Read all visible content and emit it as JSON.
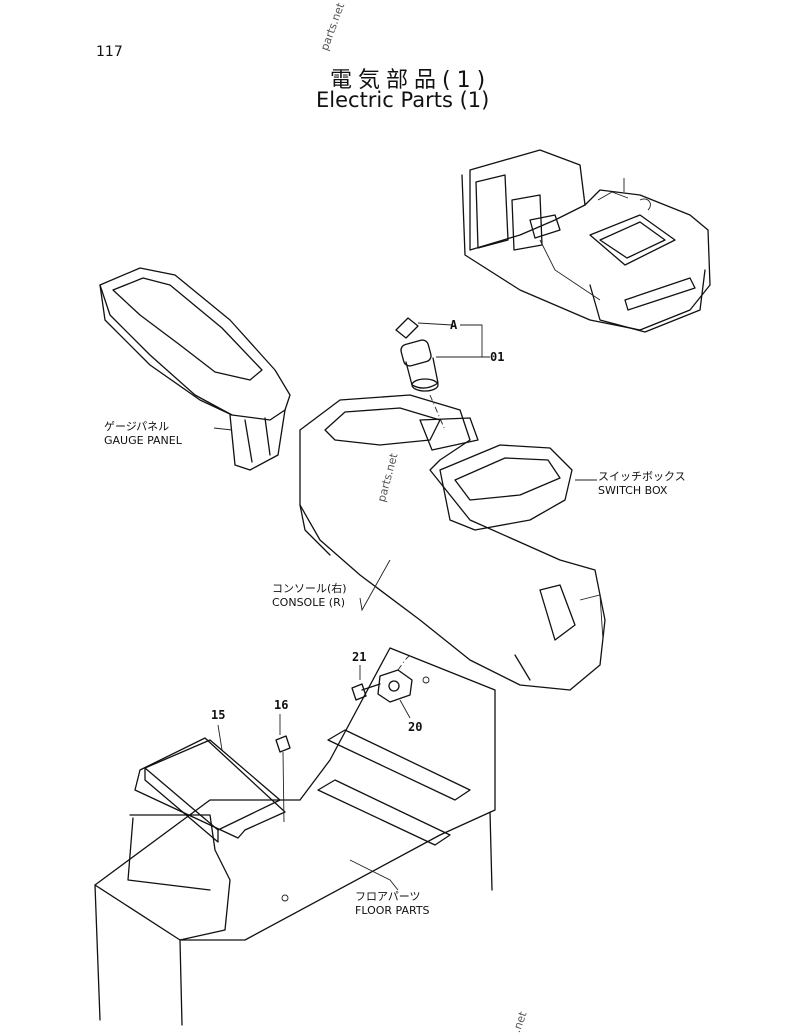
{
  "page": {
    "number": "117"
  },
  "title": {
    "jp": "電気部品(1)",
    "en": "Electric Parts (1)"
  },
  "watermarks": [
    "parts.net",
    "parts.net",
    ".net"
  ],
  "callouts": {
    "gauge_panel": {
      "jp": "ゲージパネル",
      "en": "GAUGE PANEL"
    },
    "switch_box": {
      "jp": "スイッチボックス",
      "en": "SWITCH BOX"
    },
    "console_r": {
      "jp": "コンソール(右)",
      "en": "CONSOLE (R)"
    },
    "floor_parts": {
      "jp": "フロアパーツ",
      "en": "FLOOR PARTS"
    }
  },
  "part_numbers": {
    "a": "A",
    "p01": "01",
    "p15": "15",
    "p16": "16",
    "p20": "20",
    "p21": "21"
  }
}
